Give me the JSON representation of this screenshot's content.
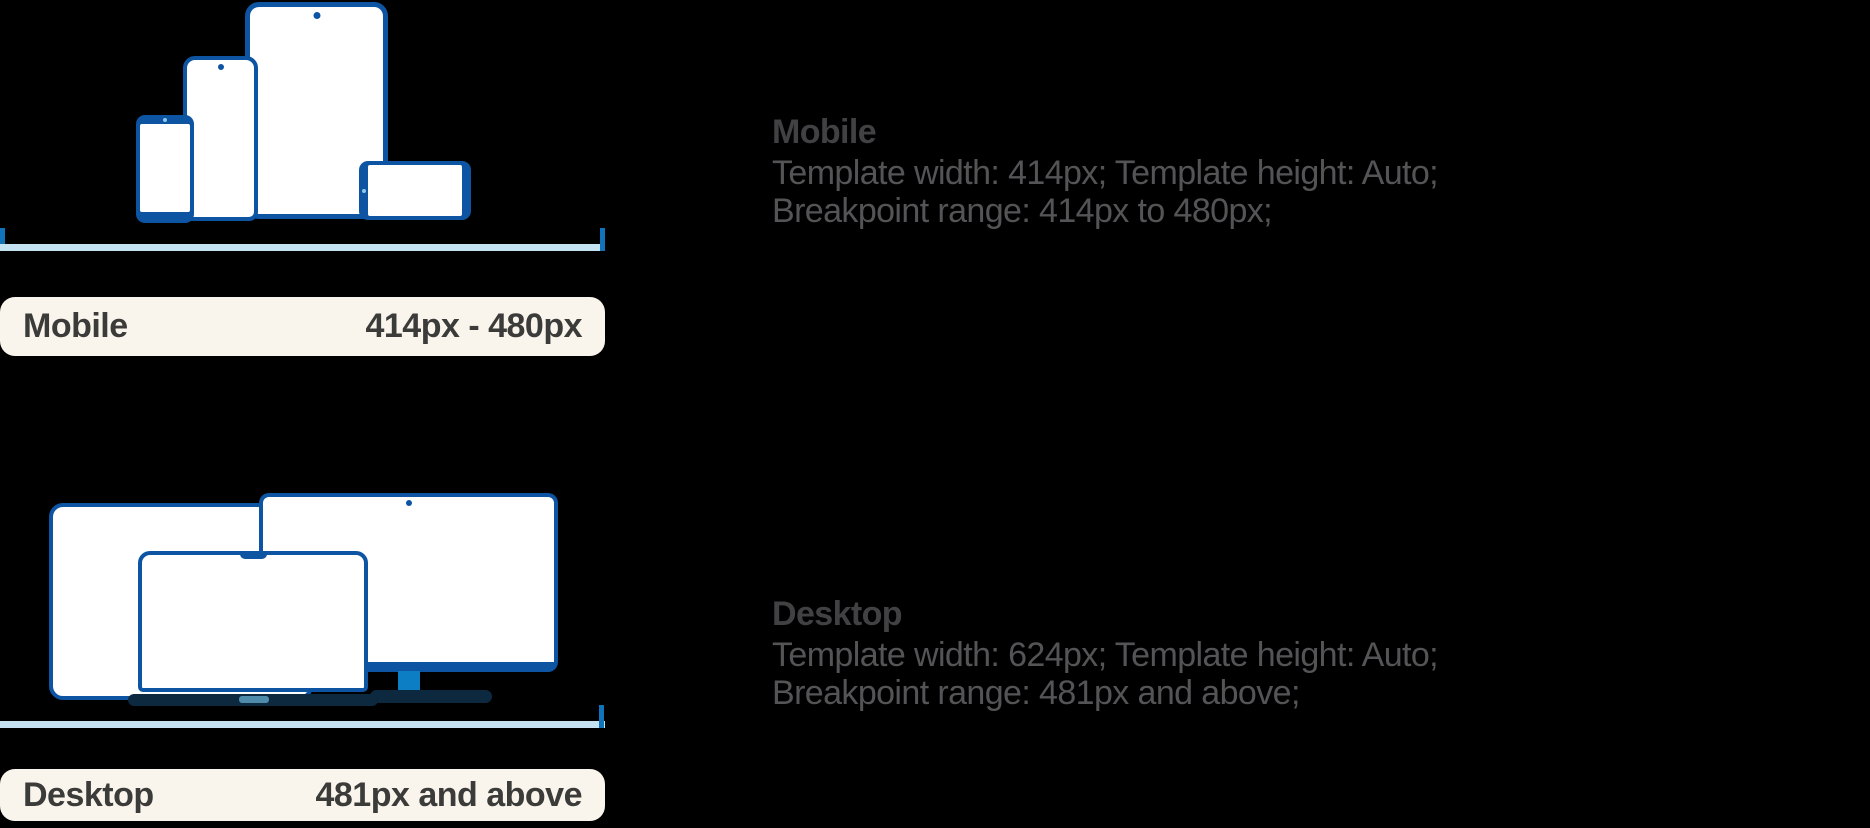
{
  "colors": {
    "background": "#000000",
    "device_blue": "#0d55a3",
    "bright_blue": "#0b7ec4",
    "tick_blue": "#1173ba",
    "ruler_light_blue": "#c4e2f2",
    "navy_dark": "#0d2940",
    "teal_notch": "#4f8cab",
    "camera_light": "#8fc6e9",
    "bar_background": "#faf5ec",
    "bar_text": "#3b3b3a",
    "heading_text": "#414144",
    "body_text": "#545457"
  },
  "sections": {
    "mobile": {
      "bar": {
        "label": "Mobile",
        "range": "414px - 480px"
      },
      "info": {
        "title": "Mobile",
        "line1": "Template width: 414px; Template height: Auto;",
        "line2": "Breakpoint range: 414px to 480px;"
      }
    },
    "desktop": {
      "bar": {
        "label": "Desktop",
        "range": "481px and above"
      },
      "info": {
        "title": "Desktop",
        "line1": "Template width: 624px; Template height: Auto;",
        "line2": "Breakpoint range: 481px and above;"
      }
    }
  }
}
